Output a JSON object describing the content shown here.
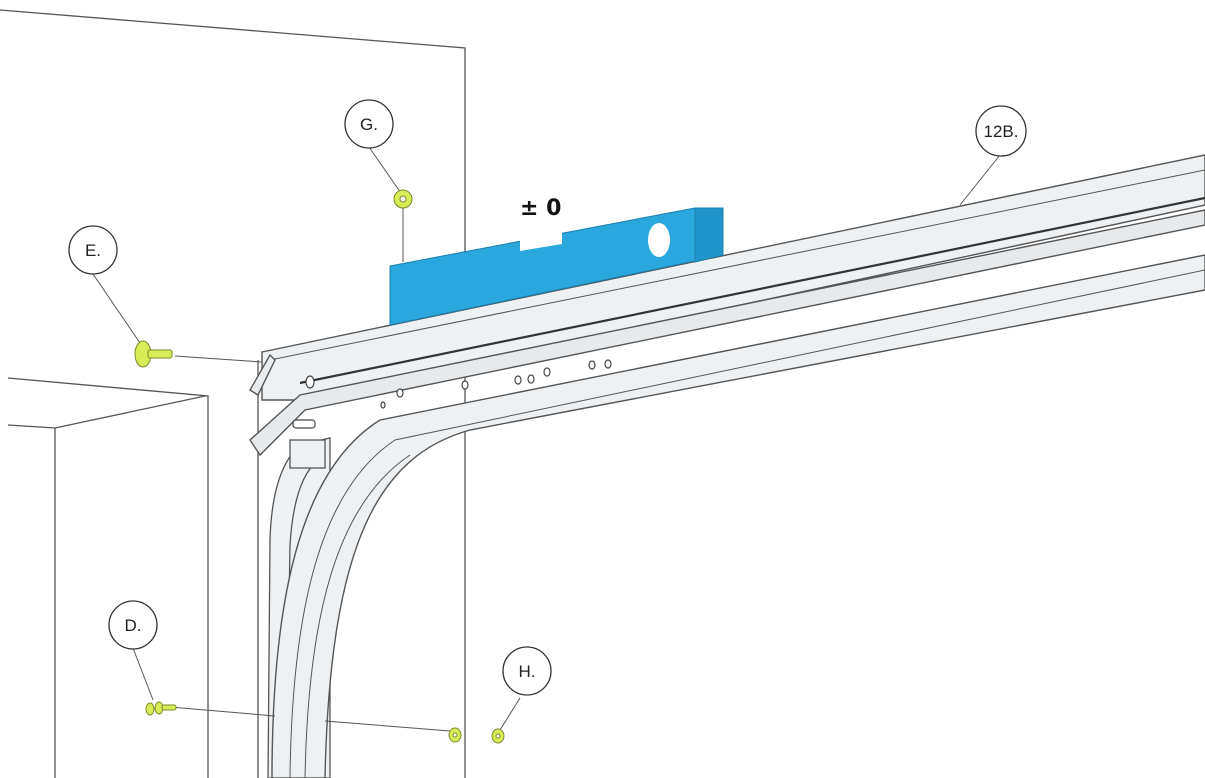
{
  "diagram": {
    "level_reading": "± 0",
    "callouts": [
      {
        "id": "g",
        "label": "G."
      },
      {
        "id": "12b",
        "label": "12B."
      },
      {
        "id": "e",
        "label": "E."
      },
      {
        "id": "d",
        "label": "D."
      },
      {
        "id": "h",
        "label": "H."
      }
    ],
    "colors": {
      "spirit_level": "#2aa7dc",
      "hardware": "#d8ec58",
      "track": "#eef1f3",
      "outline": "#4a4a4a"
    }
  }
}
